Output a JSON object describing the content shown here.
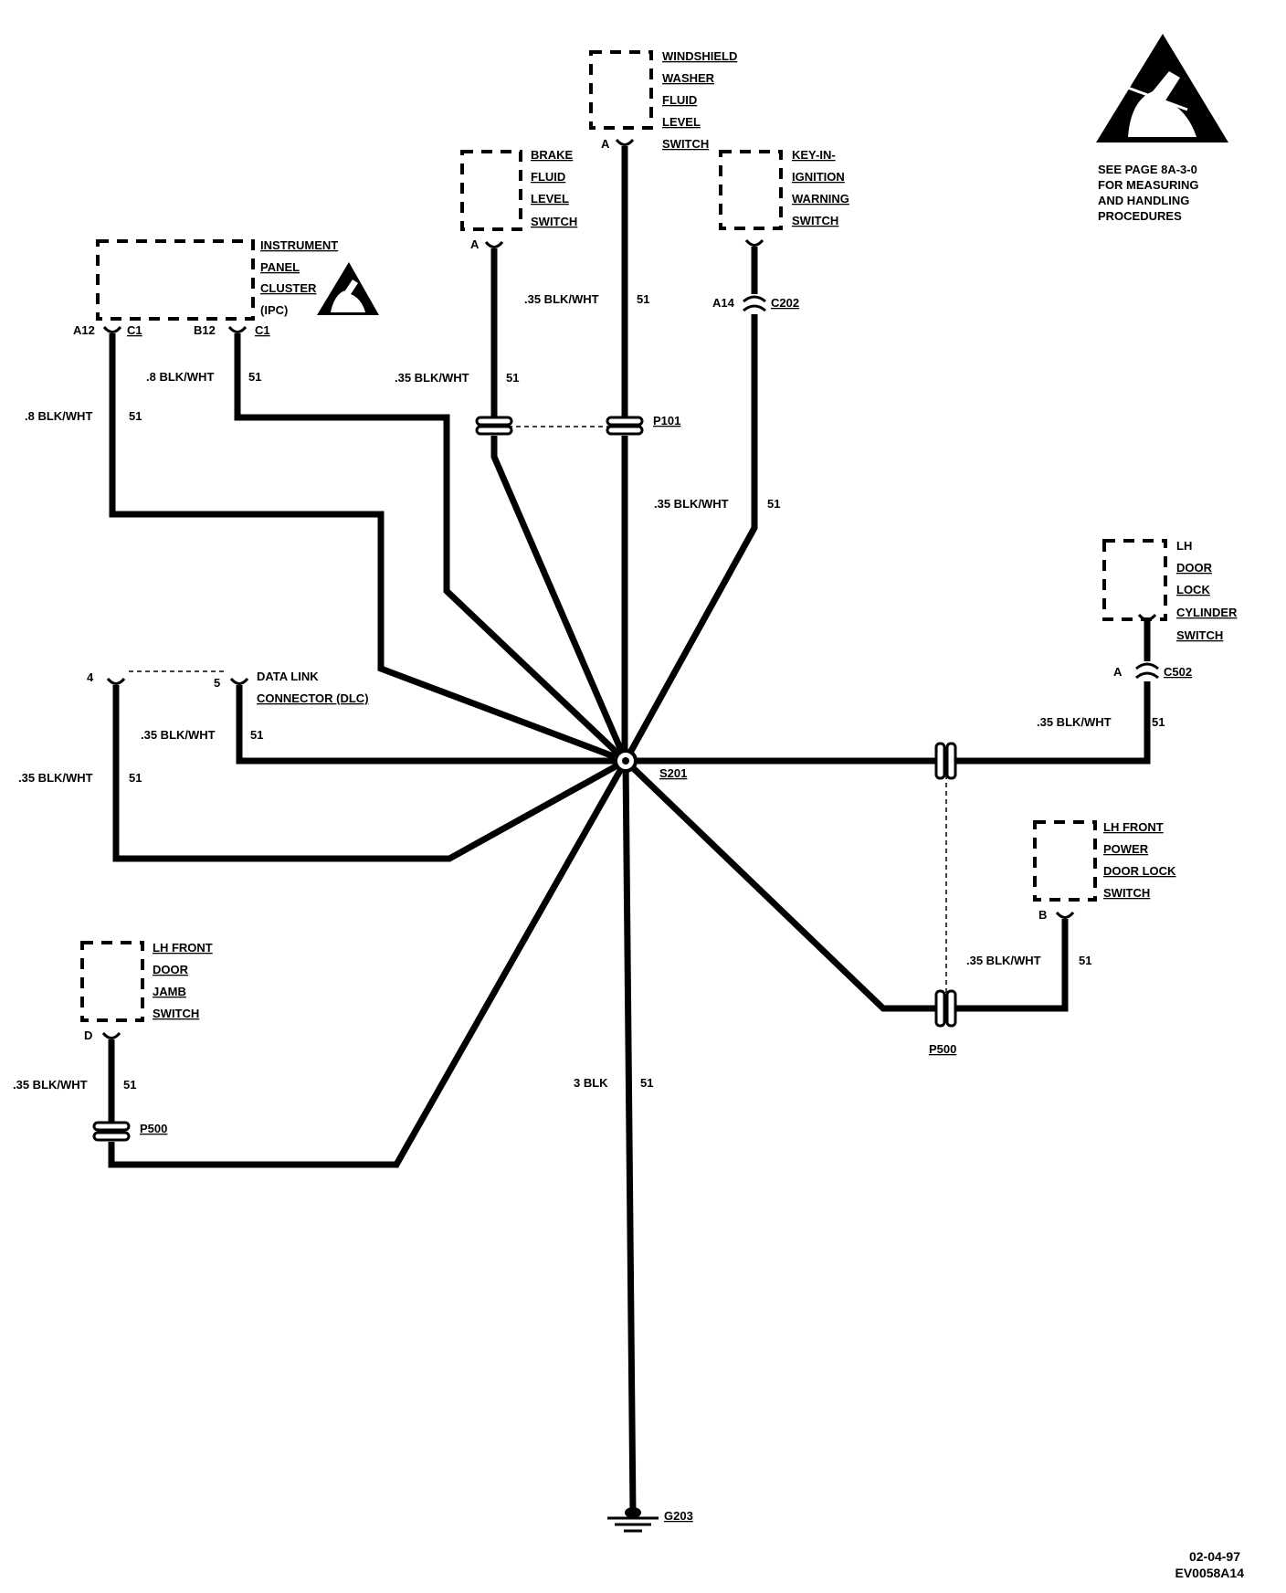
{
  "components": {
    "ipc": {
      "lines": [
        "INSTRUMENT",
        "PANEL",
        "CLUSTER",
        "(IPC)"
      ],
      "pin_a": "A12",
      "conn_a": "C1",
      "pin_b": "B12",
      "conn_b": "C1"
    },
    "brake": {
      "lines": [
        "BRAKE",
        "FLUID",
        "LEVEL",
        "SWITCH"
      ],
      "pin": "A"
    },
    "washer": {
      "lines": [
        "WINDSHIELD",
        "WASHER",
        "FLUID",
        "LEVEL",
        "SWITCH"
      ],
      "pin": "A"
    },
    "keyin": {
      "lines": [
        "KEY-IN-",
        "IGNITION",
        "WARNING",
        "SWITCH"
      ],
      "pin": "A14",
      "conn": "C202"
    },
    "dlc": {
      "lines": [
        "DATA LINK",
        "CONNECTOR (DLC)"
      ],
      "pin_a": "4",
      "pin_b": "5"
    },
    "lock_cyl": {
      "lines": [
        "LH",
        "DOOR",
        "LOCK",
        "CYLINDER",
        "SWITCH"
      ],
      "pin": "A",
      "conn": "C502"
    },
    "power_lock": {
      "lines": [
        "LH FRONT",
        "POWER",
        "DOOR LOCK",
        "SWITCH"
      ],
      "pin": "B"
    },
    "jamb": {
      "lines": [
        "LH FRONT",
        "DOOR",
        "JAMB",
        "SWITCH"
      ],
      "pin": "D"
    }
  },
  "wires": {
    "ipc_a": {
      "label": ".8 BLK/WHT",
      "circuit": "51"
    },
    "ipc_b": {
      "label": ".8 BLK/WHT",
      "circuit": "51"
    },
    "brake": {
      "label": ".35 BLK/WHT",
      "circuit": "51"
    },
    "washer": {
      "label": ".35 BLK/WHT",
      "circuit": "51"
    },
    "keyin_upper": {
      "label": "",
      "circuit": ""
    },
    "keyin": {
      "label": ".35 BLK/WHT",
      "circuit": "51"
    },
    "dlc_5": {
      "label": ".35 BLK/WHT",
      "circuit": "51"
    },
    "dlc_4": {
      "label": ".35 BLK/WHT",
      "circuit": "51"
    },
    "lock_cyl": {
      "label": ".35 BLK/WHT",
      "circuit": "51"
    },
    "power_lock": {
      "label": ".35 BLK/WHT",
      "circuit": "51"
    },
    "jamb": {
      "label": ".35 BLK/WHT",
      "circuit": "51"
    },
    "ground": {
      "label": "3 BLK",
      "circuit": "51"
    }
  },
  "connectors": {
    "p101": "P101",
    "p500_right": "P500",
    "p500_left": "P500"
  },
  "splice": "S201",
  "ground": "G203",
  "esd_note": [
    "SEE PAGE 8A-3-0",
    "FOR MEASURING",
    "AND HANDLING",
    "PROCEDURES"
  ],
  "footer": {
    "date": "02-04-97",
    "code": "EV0058A14"
  }
}
